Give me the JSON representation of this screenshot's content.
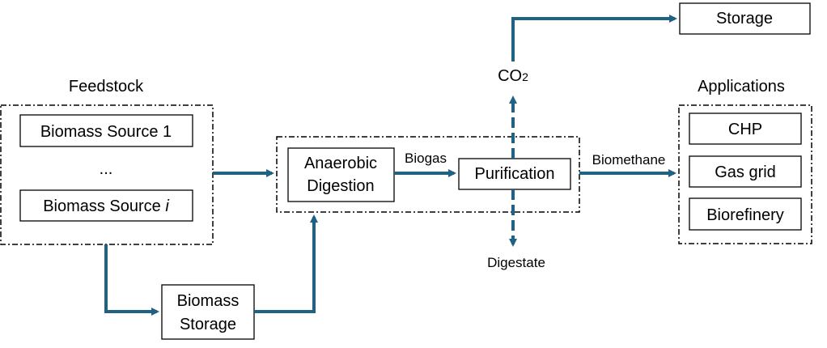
{
  "colors": {
    "arrow": "#1f6284",
    "box_border": "#000000",
    "background": "#ffffff"
  },
  "feedstock": {
    "title": "Feedstock",
    "source_1": "Biomass Source 1",
    "ellipsis": "...",
    "source_i_prefix": "Biomass Source ",
    "source_i_suffix": "i"
  },
  "storage_box": {
    "line1": "Biomass",
    "line2": "Storage"
  },
  "digestion": {
    "line1": "Anaerobic",
    "line2": "Digestion"
  },
  "purification": {
    "label": "Purification"
  },
  "flows": {
    "biogas": "Biogas",
    "biomethane": "Biomethane",
    "co2_main": "CO",
    "co2_sub": "2",
    "digestate": "Digestate"
  },
  "co2_storage": {
    "label": "Storage"
  },
  "applications": {
    "title": "Applications",
    "items": [
      "CHP",
      "Gas grid",
      "Biorefinery"
    ]
  }
}
